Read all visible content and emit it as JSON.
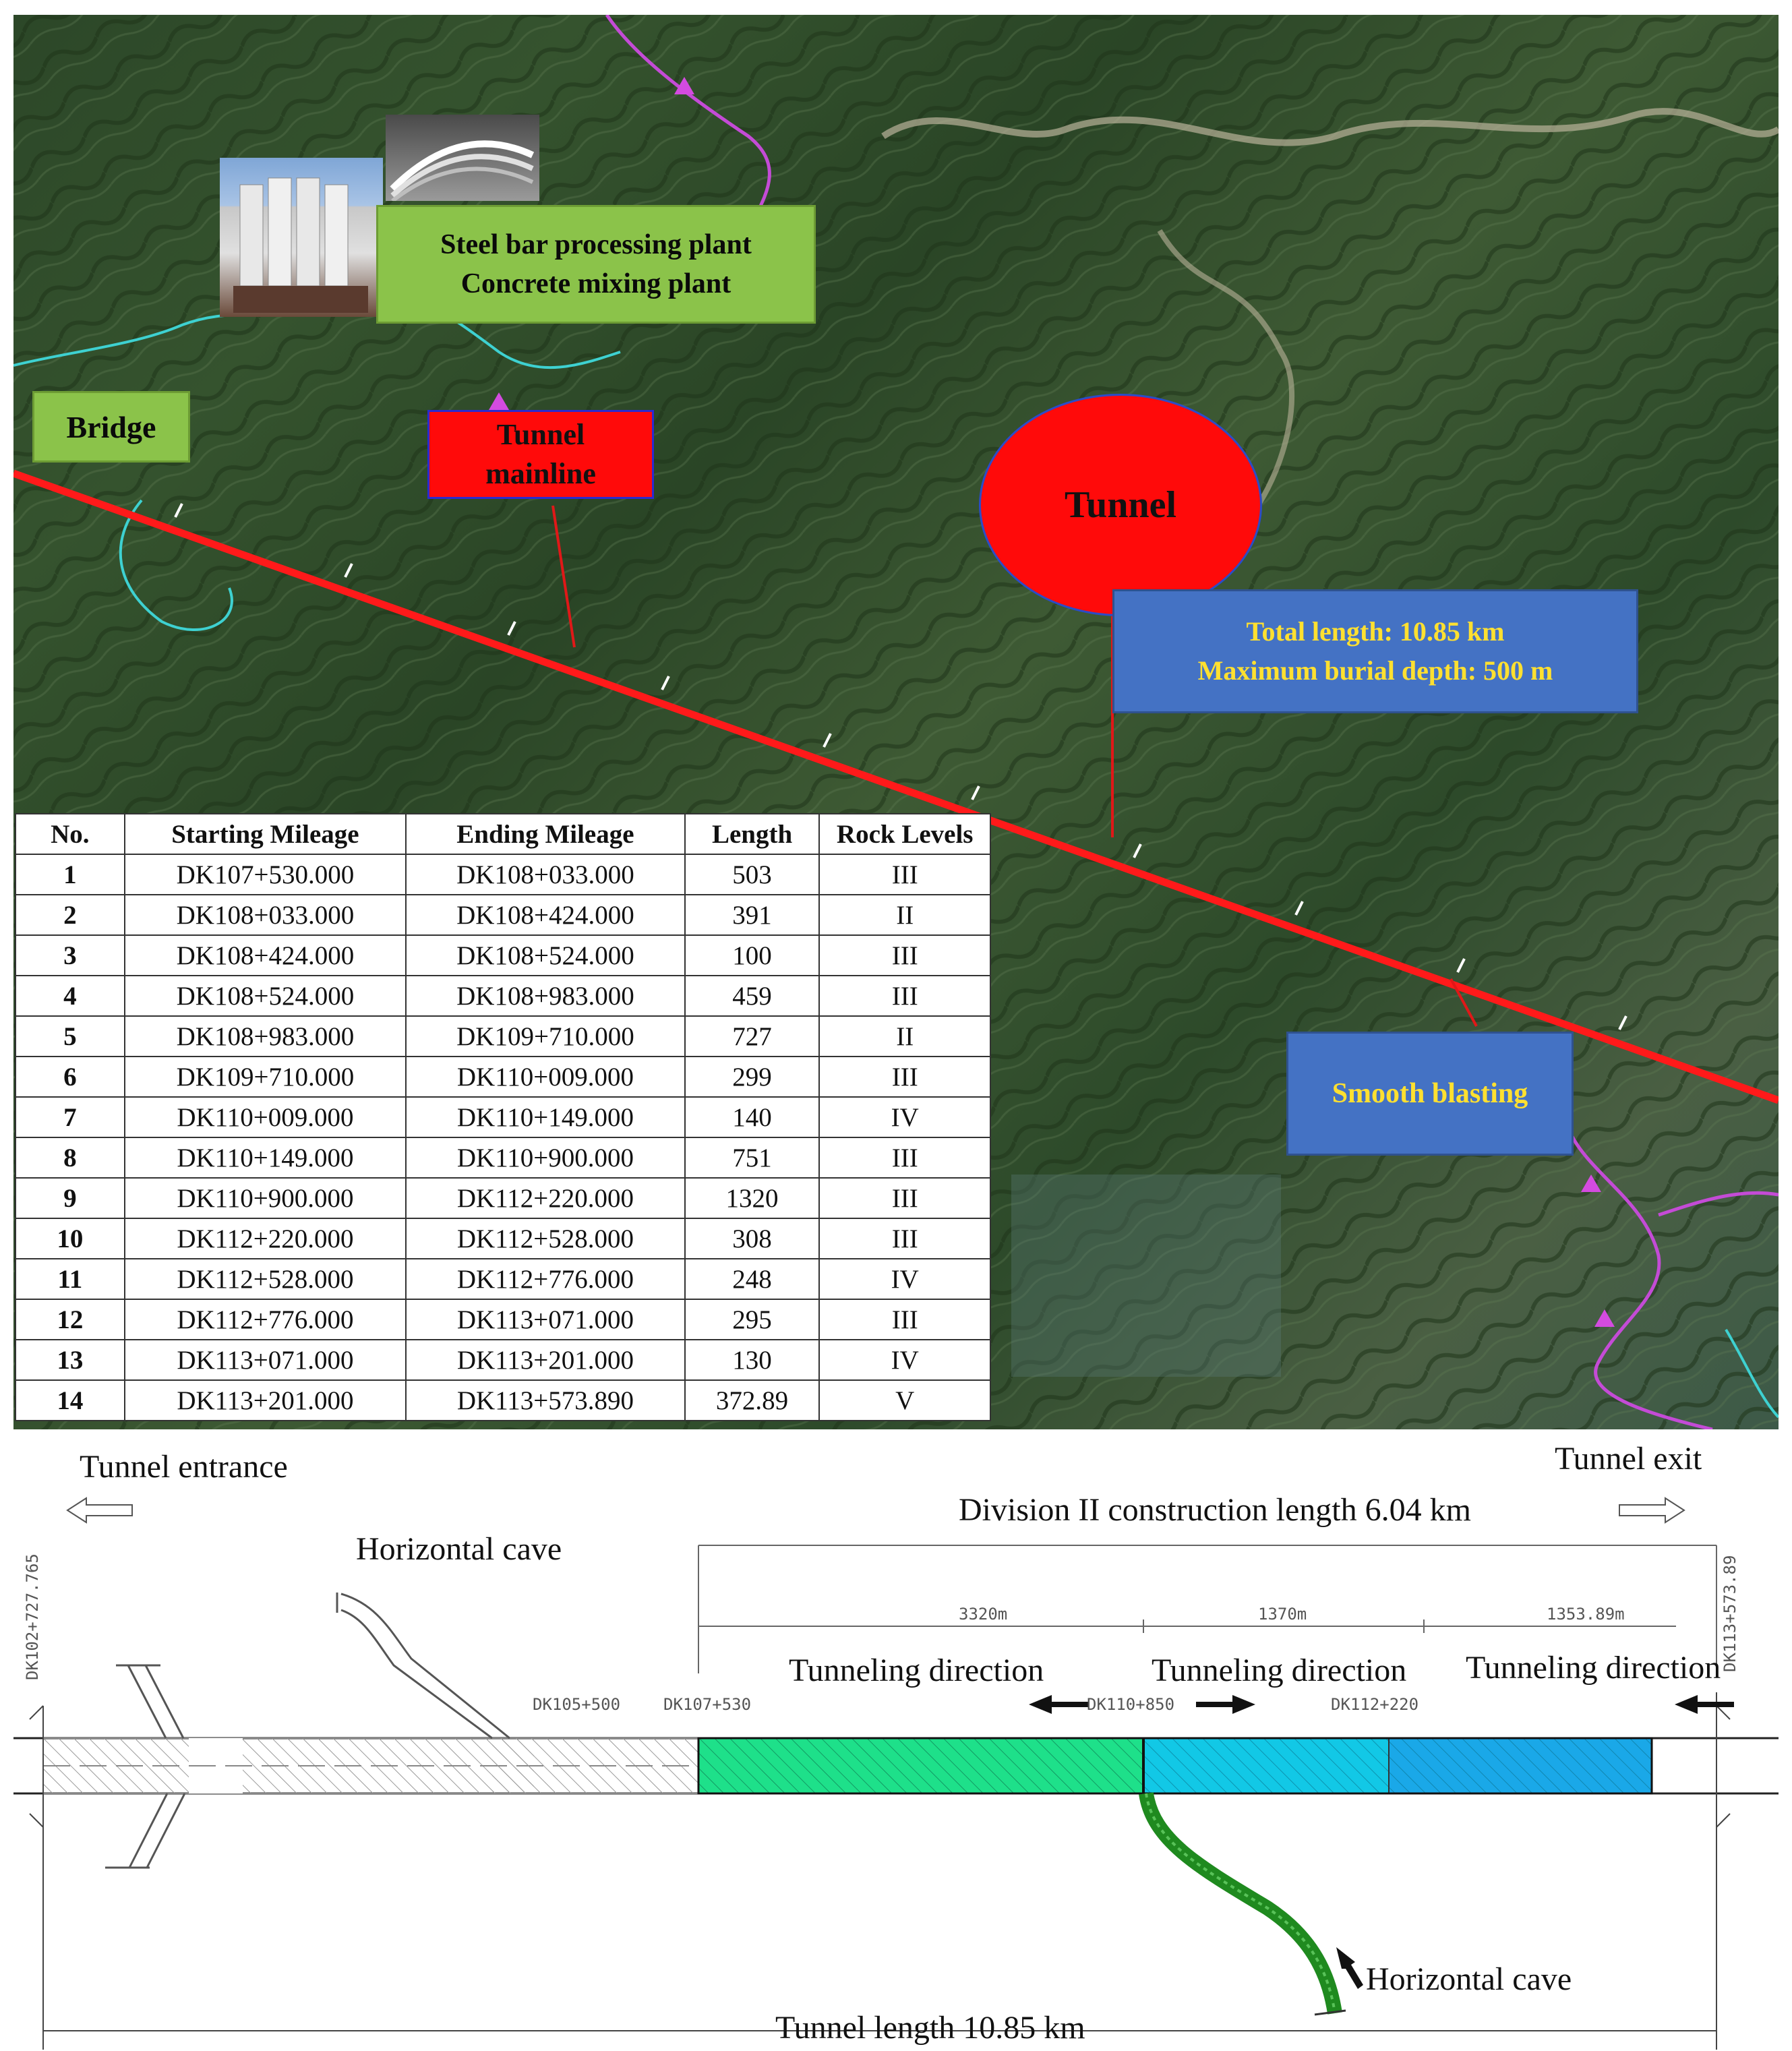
{
  "map": {
    "plant_label": [
      "Steel bar processing plant",
      "Concrete mixing plant"
    ],
    "bridge_label": "Bridge",
    "mainline_label": [
      "Tunnel",
      "mainline"
    ],
    "tunnel_label": "Tunnel",
    "info_label": [
      "Total length: 10.85 km",
      "Maximum burial depth: 500 m"
    ],
    "blasting_label": "Smooth blasting"
  },
  "table": {
    "headers": [
      "No.",
      "Starting Mileage",
      "Ending Mileage",
      "Length",
      "Rock Levels"
    ],
    "rows": [
      [
        "1",
        "DK107+530.000",
        "DK108+033.000",
        "503",
        "III"
      ],
      [
        "2",
        "DK108+033.000",
        "DK108+424.000",
        "391",
        "II"
      ],
      [
        "3",
        "DK108+424.000",
        "DK108+524.000",
        "100",
        "III"
      ],
      [
        "4",
        "DK108+524.000",
        "DK108+983.000",
        "459",
        "III"
      ],
      [
        "5",
        "DK108+983.000",
        "DK109+710.000",
        "727",
        "II"
      ],
      [
        "6",
        "DK109+710.000",
        "DK110+009.000",
        "299",
        "III"
      ],
      [
        "7",
        "DK110+009.000",
        "DK110+149.000",
        "140",
        "IV"
      ],
      [
        "8",
        "DK110+149.000",
        "DK110+900.000",
        "751",
        "III"
      ],
      [
        "9",
        "DK110+900.000",
        "DK112+220.000",
        "1320",
        "III"
      ],
      [
        "10",
        "DK112+220.000",
        "DK112+528.000",
        "308",
        "III"
      ],
      [
        "11",
        "DK112+528.000",
        "DK112+776.000",
        "248",
        "IV"
      ],
      [
        "12",
        "DK112+776.000",
        "DK113+071.000",
        "295",
        "III"
      ],
      [
        "13",
        "DK113+071.000",
        "DK113+201.000",
        "130",
        "IV"
      ],
      [
        "14",
        "DK113+201.000",
        "DK113+573.890",
        "372.89",
        "V"
      ]
    ]
  },
  "diagram": {
    "entrance_label": "Tunnel entrance",
    "exit_label": "Tunnel exit",
    "division_label": "Division II construction length 6.04 km",
    "horizontal_cave_top": "Horizontal cave",
    "horizontal_cave_bottom": "Horizontal cave",
    "start_mileage": "DK102+727.765",
    "end_mileage": "DK113+573.89",
    "seg1": "3320m",
    "seg2": "1370m",
    "seg3": "1353.89m",
    "tunneling_direction": "Tunneling direction",
    "dk105": "DK105+500",
    "dk107": "DK107+530",
    "dk110": "DK110+850",
    "dk112": "DK112+220",
    "length_label": "Tunnel length 10.85 km",
    "colors": {
      "green_section": "#1ee08a",
      "cyan_section": "#12c8e6",
      "blue_section": "#1aa8e8",
      "cave": "#1f8a1f"
    }
  }
}
